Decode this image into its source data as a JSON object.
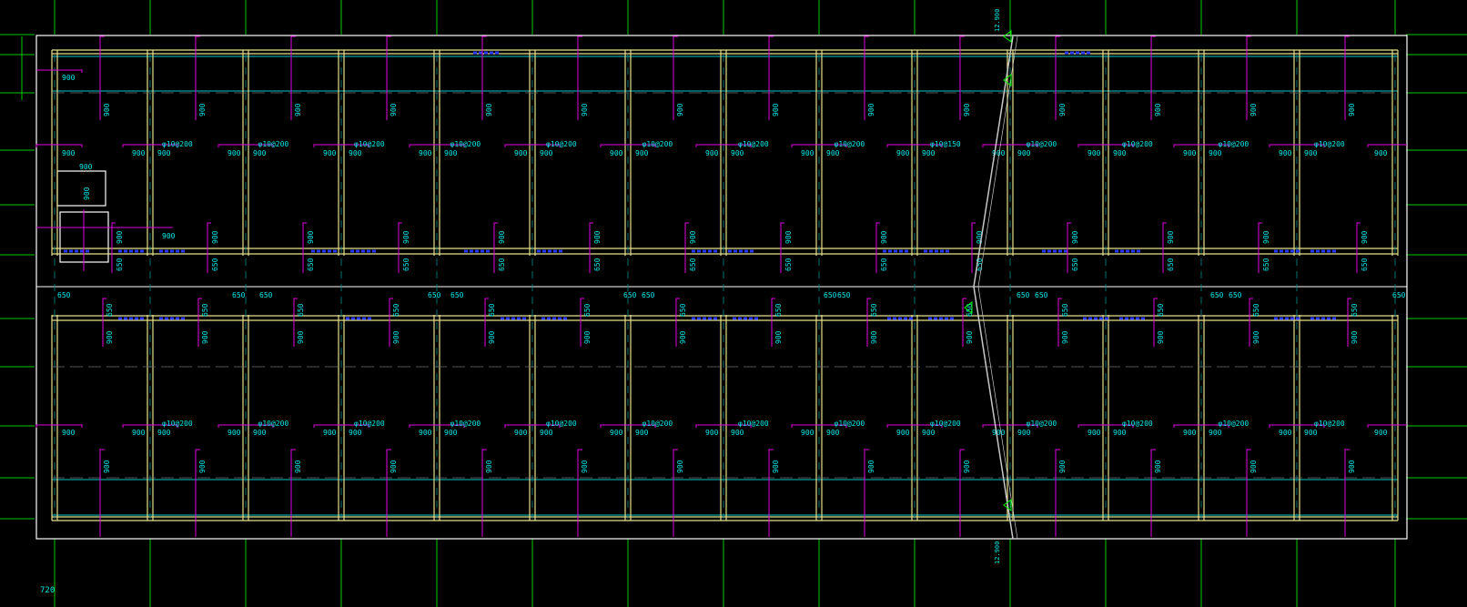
{
  "drawing": {
    "type": "structural slab reinforcement plan",
    "colors": {
      "background": "#000000",
      "grid": "#00c800",
      "outline": "#ffffff",
      "beam": "#e6e08a",
      "rebar_top": "#e000e0",
      "dim_text": "#00e6e6",
      "beam_line": "#00c8c8",
      "hidden_beam": "#2a3aff",
      "stair": "#c8c8c8",
      "level_marker": "#00ff00"
    },
    "upper_rebar_length_label": "900",
    "corridor_rebar_length_label": "650",
    "slab_rebar_labels_top": [
      "φ10@200",
      "φ10@200",
      "φ10@200",
      "φ10@200",
      "φ10@200",
      "φ10@200",
      "φ10@200",
      "φ10@200",
      "φ10@150",
      "φ10@200",
      "φ10@200",
      "φ10@200",
      "φ10@200"
    ],
    "slab_rebar_labels_bottom": [
      "φ10@200",
      "φ10@200",
      "φ10@200",
      "φ10@200",
      "φ10@200",
      "φ10@200",
      "φ10@200",
      "φ10@200",
      "φ10@200",
      "φ10@200",
      "φ10@200",
      "φ10@200",
      "φ10@200"
    ],
    "opening_label": "900",
    "corner_note": "720",
    "level_marks": [
      "12.900",
      "12.900"
    ]
  }
}
